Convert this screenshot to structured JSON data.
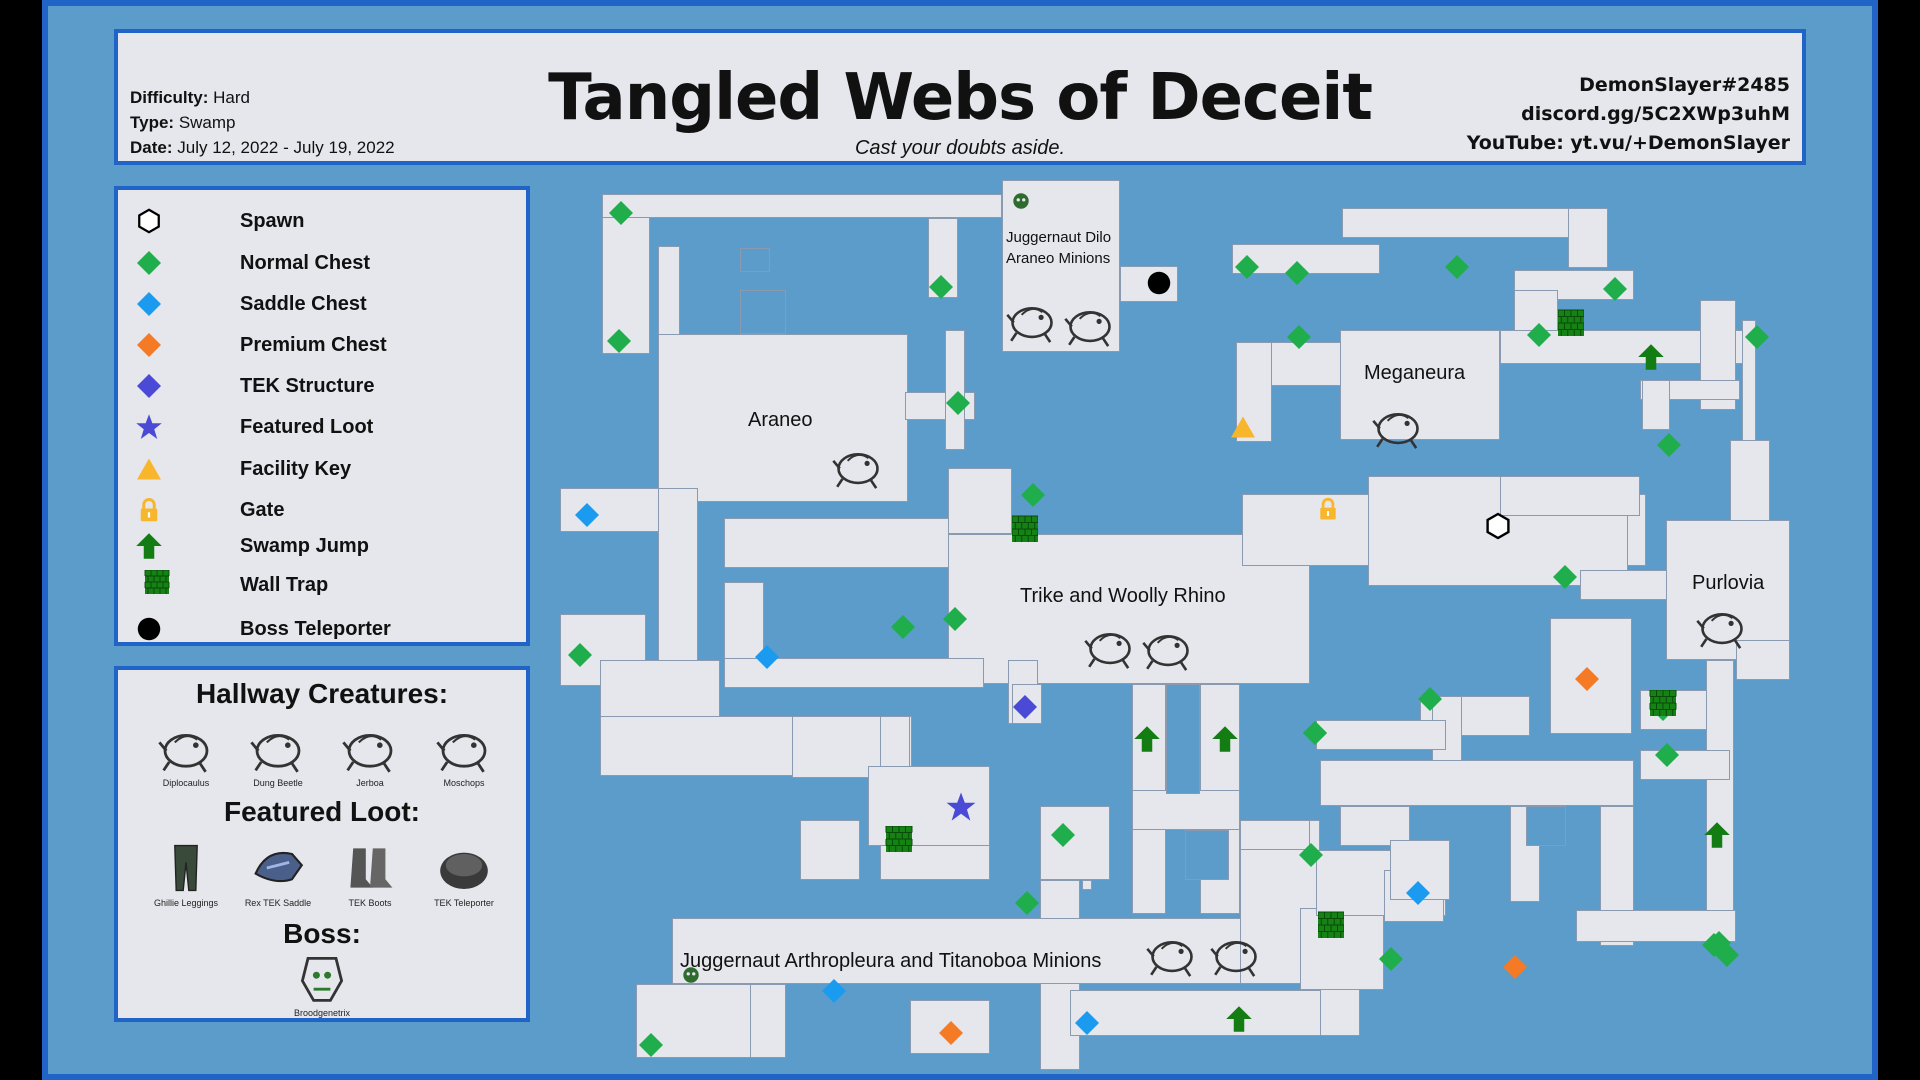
{
  "header": {
    "title": "Tangled Webs of Deceit",
    "subtitle": "Cast your doubts aside.",
    "difficulty_label": "Difficulty:",
    "difficulty": "Hard",
    "type_label": "Type:",
    "type": "Swamp",
    "date_label": "Date:",
    "date": "July 12, 2022 - July 19, 2022",
    "credit_user": "DemonSlayer#2485",
    "credit_discord": "discord.gg/5C2XWp3uhM",
    "credit_youtube": "YouTube: yt.vu/+DemonSlayer"
  },
  "legend": [
    {
      "label": "Spawn",
      "icon": "hexagon-icon",
      "color": "#ffffff"
    },
    {
      "label": "Normal Chest",
      "icon": "diamond-icon",
      "color": "#1fae4b"
    },
    {
      "label": "Saddle Chest",
      "icon": "diamond-icon",
      "color": "#1a9bf0"
    },
    {
      "label": "Premium Chest",
      "icon": "diamond-icon",
      "color": "#f47a26"
    },
    {
      "label": "TEK Structure",
      "icon": "diamond-icon",
      "color": "#4b4ad6"
    },
    {
      "label": "Featured Loot",
      "icon": "star-icon",
      "color": "#4b4ad6"
    },
    {
      "label": "Facility Key",
      "icon": "triangle-icon",
      "color": "#f7b62c"
    },
    {
      "label": "Gate",
      "icon": "lock-icon",
      "color": "#f7b62c"
    },
    {
      "label": "Swamp Jump",
      "icon": "arrow-up-icon",
      "color": "#137d13"
    },
    {
      "label": "Wall Trap",
      "icon": "brick-wall-icon",
      "color": "#148314"
    },
    {
      "label": "Boss Teleporter",
      "icon": "circle-icon",
      "color": "#000000"
    }
  ],
  "panels": {
    "hallway_title": "Hallway Creatures:",
    "hallway": [
      "Diplocaulus",
      "Dung Beetle",
      "Jerboa",
      "Moschops"
    ],
    "featured_title": "Featured Loot:",
    "featured": [
      "Ghillie Leggings",
      "Rex TEK Saddle",
      "TEK Boots",
      "TEK Teleporter"
    ],
    "boss_title": "Boss:",
    "boss": [
      "Broodgenetrix"
    ]
  },
  "map_labels": {
    "araneo": "Araneo",
    "juggernaut_dilo": "Juggernaut Dilo",
    "araneo_minions": "Araneo Minions",
    "meganeura": "Meganeura",
    "trike": "Trike and Woolly Rhino",
    "purlovia": "Purlovia",
    "arthropleura": "Juggernaut Arthropleura and Titanoboa Minions"
  },
  "colors": {
    "background": "#5b9ccb",
    "border": "#1f64c6",
    "floor": "#e6e7ec",
    "normal_chest": "#1fae4b",
    "saddle_chest": "#1a9bf0",
    "premium_chest": "#f47a26",
    "tek_structure": "#4b4ad6",
    "facility_key": "#f7b62c",
    "swamp_jump": "#137d13"
  }
}
